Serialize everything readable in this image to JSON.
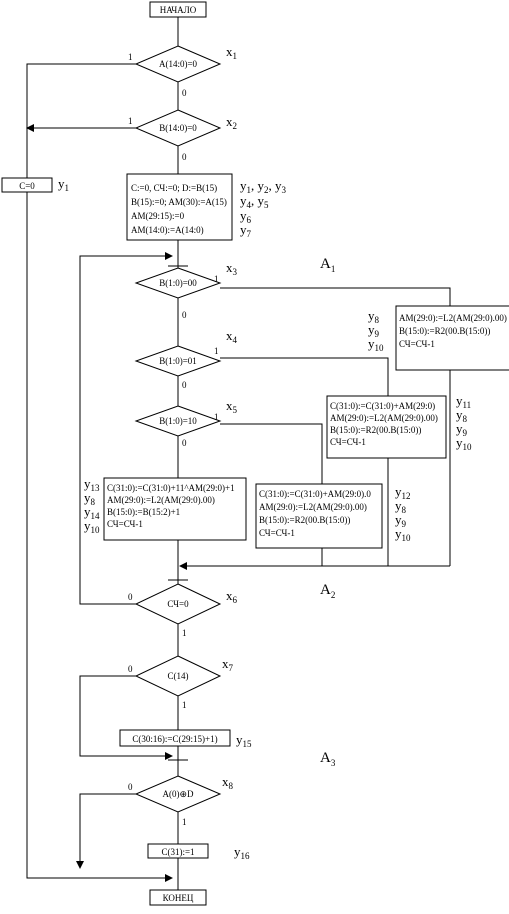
{
  "terminals": {
    "start": "НАЧАЛО",
    "end": "КОНЕЦ"
  },
  "conditions": {
    "c1": "A(14:0)=0",
    "c2": "B(14:0)=0",
    "c3": "B(1:0)=00",
    "c4": "B(1:0)=01",
    "c5": "B(1:0)=10",
    "c6": "СЧ=0",
    "c7": "C(14)",
    "c8": "A(0)⊕D"
  },
  "flags": {
    "one": "1",
    "zero": "0"
  },
  "boxes": {
    "c_zero": "C=0",
    "init": [
      "C:=0, СЧ:=0; D:=B(15)",
      "B(15):=0; AM(30):=A(15)",
      "AM(29:15):=0",
      "AM(14:0):=A(14:0)"
    ],
    "b00": [
      "AM(29:0):=L2(AM(29:0).00)",
      "B(15:0):=R2(00.B(15:0))",
      "СЧ=СЧ-1"
    ],
    "b01": [
      "C(31:0):=C(31:0)+AM(29:0)",
      "AM(29:0):=L2(AM(29:0).00)",
      "B(15:0):=R2(00.B(15:0))",
      "СЧ=СЧ-1"
    ],
    "b10": [
      "C(31:0):=C(31:0)+AM(29:0).0",
      "AM(29:0):=L2(AM(29:0).00)",
      "B(15:0):=R2(00.B(15:0))",
      "СЧ=СЧ-1"
    ],
    "b11": [
      "C(31:0):=C(31:0)+11^AM(29:0)+1",
      "AM(29:0):=L2(AM(29:0).00)",
      "B(15:0):=B(15:2)+1",
      "СЧ=СЧ-1"
    ],
    "corr": "C(30:16):=C(29:15)+1)",
    "sign": "C(31):=1"
  },
  "signals": {
    "x1": [
      "x",
      "1"
    ],
    "x2": [
      "x",
      "2"
    ],
    "x3": [
      "x",
      "3"
    ],
    "x4": [
      "x",
      "4"
    ],
    "x5": [
      "x",
      "5"
    ],
    "x6": [
      "x",
      "6"
    ],
    "x7": [
      "x",
      "7"
    ],
    "x8": [
      "x",
      "8"
    ],
    "y1": [
      "y",
      "1"
    ],
    "y123": [
      "y",
      "1",
      ", y",
      "2",
      ", y",
      "3"
    ],
    "y45": [
      "y",
      "4",
      ", y",
      "5"
    ],
    "y6": [
      "y",
      "6"
    ],
    "y7": [
      "y",
      "7"
    ],
    "y8a": [
      "y",
      "8"
    ],
    "y9a": [
      "y",
      "9"
    ],
    "y10a": [
      "y",
      "10"
    ],
    "y11b": [
      "y",
      "11"
    ],
    "y8b": [
      "y",
      "8"
    ],
    "y9b": [
      "y",
      "9"
    ],
    "y10b": [
      "y",
      "10"
    ],
    "y12c": [
      "y",
      "12"
    ],
    "y8c": [
      "y",
      "8"
    ],
    "y9c": [
      "y",
      "9"
    ],
    "y10c": [
      "y",
      "10"
    ],
    "y13d": [
      "y",
      "13"
    ],
    "y8d": [
      "y",
      "8"
    ],
    "y14d": [
      "y",
      "14"
    ],
    "y10d": [
      "y",
      "10"
    ],
    "y15": [
      "y",
      "15"
    ],
    "y16": [
      "y",
      "16"
    ]
  },
  "areas": {
    "a1": [
      "A",
      "1"
    ],
    "a2": [
      "A",
      "2"
    ],
    "a3": [
      "A",
      "3"
    ]
  }
}
